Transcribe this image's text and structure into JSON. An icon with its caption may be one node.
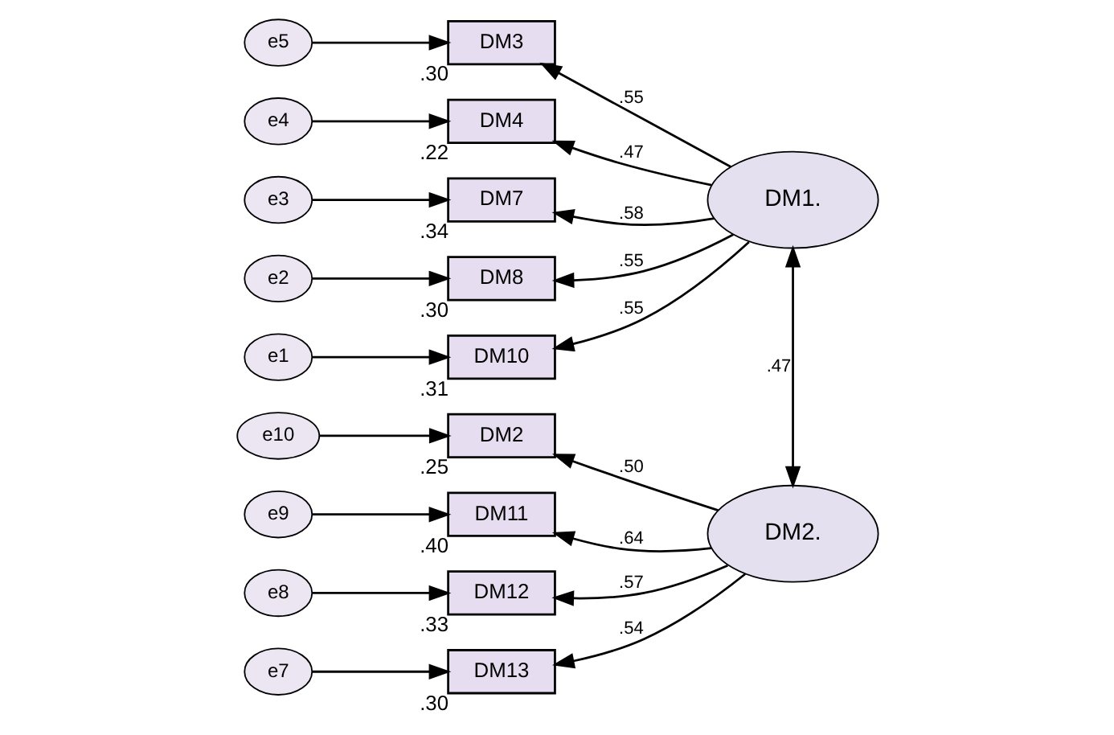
{
  "diagram": {
    "nodes": [
      {
        "text": [
          "e5"
        ]
      },
      {
        "text": [
          "DM3"
        ],
        "beside": [
          ".30"
        ]
      },
      {
        "text": [
          "e4"
        ]
      },
      {
        "text": [
          "DM4"
        ],
        "beside": [
          ".22"
        ]
      },
      {
        "text": [
          "e3"
        ]
      },
      {
        "text": [
          "DM7"
        ],
        "beside": [
          ".34"
        ]
      },
      {
        "text": [
          "e2"
        ]
      },
      {
        "text": [
          "DM8"
        ],
        "beside": [
          ".30"
        ]
      },
      {
        "text": [
          "e1"
        ]
      },
      {
        "text": [
          "DM10"
        ],
        "beside": [
          ".31"
        ]
      },
      {
        "text": [
          "DM1."
        ]
      },
      {
        "text": [
          "e10"
        ]
      },
      {
        "text": [
          "DM2"
        ],
        "beside": [
          ".25"
        ]
      },
      {
        "text": [
          "e9"
        ]
      },
      {
        "text": [
          "DM11"
        ],
        "beside": [
          ".40"
        ]
      },
      {
        "text": [
          "e8"
        ]
      },
      {
        "text": [
          "DM12"
        ],
        "beside": [
          ".33"
        ]
      },
      {
        "text": [
          "e7"
        ]
      },
      {
        "text": [
          "DM13"
        ],
        "beside": [
          ".30"
        ]
      },
      {
        "text": [
          "DM2."
        ]
      }
    ],
    "edges": [
      {
        "from": 0,
        "to": 1,
        "arrow": "to"
      },
      {
        "from": 2,
        "to": 3,
        "arrow": "to"
      },
      {
        "from": 4,
        "to": 5,
        "arrow": "to"
      },
      {
        "from": 6,
        "to": 7,
        "arrow": "to"
      },
      {
        "from": 8,
        "to": 9,
        "arrow": "to"
      },
      {
        "from": 10,
        "to": 1,
        "arrow": "to",
        "label": ".55"
      },
      {
        "from": 10,
        "to": 3,
        "arrow": "to",
        "label": ".47"
      },
      {
        "from": 10,
        "to": 5,
        "arrow": "to",
        "label": ".58"
      },
      {
        "from": 10,
        "to": 7,
        "arrow": "to",
        "label": ".55"
      },
      {
        "from": 10,
        "to": 9,
        "arrow": "to",
        "label": ".55"
      },
      {
        "from": 10,
        "to": 19,
        "arrow": "both",
        "label": ".47"
      },
      {
        "from": 11,
        "to": 12,
        "arrow": "to"
      },
      {
        "from": 13,
        "to": 14,
        "arrow": "to"
      },
      {
        "from": 15,
        "to": 16,
        "arrow": "to"
      },
      {
        "from": 17,
        "to": 18,
        "arrow": "to"
      },
      {
        "from": 19,
        "to": 12,
        "arrow": "to",
        "label": ".50"
      },
      {
        "from": 19,
        "to": 14,
        "arrow": "to",
        "label": ".64"
      },
      {
        "from": 19,
        "to": 16,
        "arrow": "to",
        "label": ".57"
      },
      {
        "from": 19,
        "to": 18,
        "arrow": "to",
        "label": ".54"
      }
    ]
  }
}
